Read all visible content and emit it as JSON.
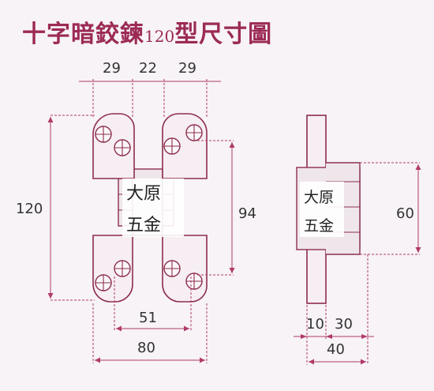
{
  "title": {
    "main": "十字暗鉸鍊",
    "size": "120",
    "suffix": "型尺寸圖"
  },
  "front_view": {
    "dims": {
      "top_left": "29",
      "top_mid": "22",
      "top_right": "29",
      "height_total": "120",
      "hole_span": "94",
      "width_inner": "51",
      "width_total": "80"
    },
    "brand_line1": "大原",
    "brand_line2": "五金"
  },
  "side_view": {
    "dims": {
      "height": "60",
      "thick_a": "10",
      "thick_b": "30",
      "thick_total": "40"
    },
    "brand_line1": "大原",
    "brand_line2": "五金"
  },
  "colors": {
    "title": "#9c2a55",
    "line": "#8e2e4e",
    "dimension": "#b03a6a"
  }
}
